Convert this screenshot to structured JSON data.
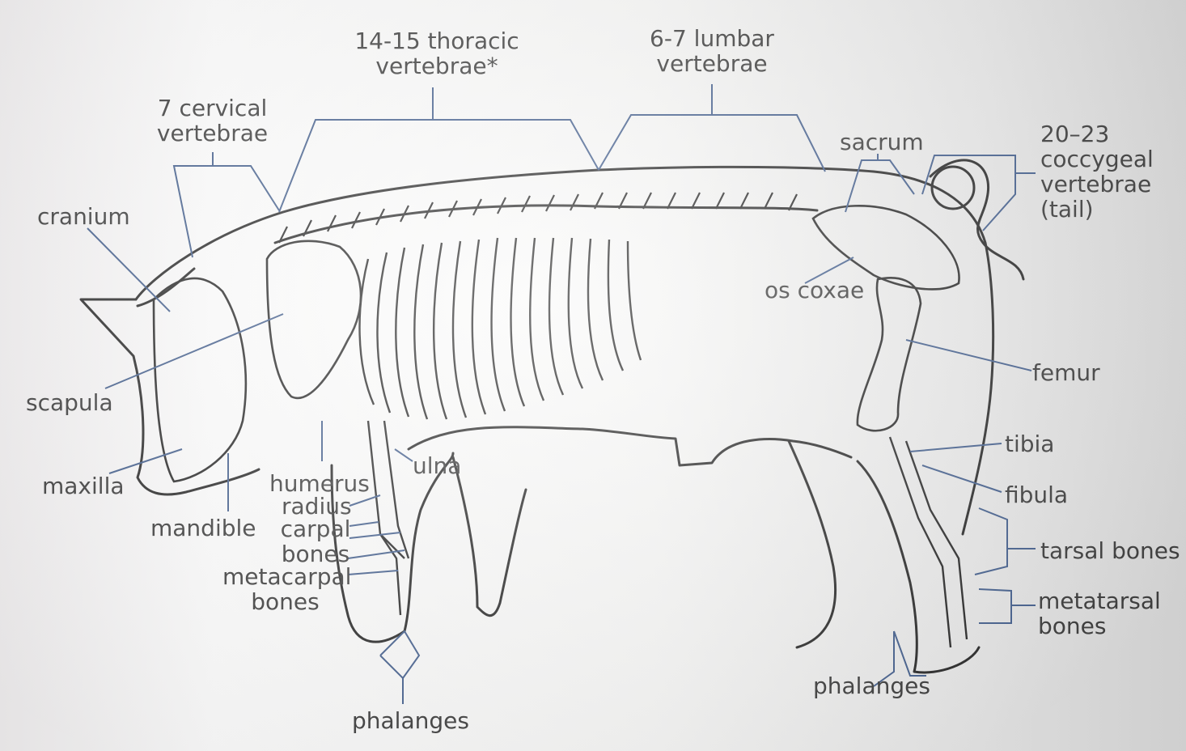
{
  "labels": {
    "thoracic": "14-15 thoracic\nvertebrae*",
    "lumbar": "6-7 lumbar\nvertebrae",
    "cervical": "7 cervical\nvertebrae",
    "cranium": "cranium",
    "sacrum": "sacrum",
    "coccygeal": "20–23\ncoccygeal\nvertebrae\n(tail)",
    "os_coxae": "os coxae",
    "scapula": "scapula",
    "femur": "femur",
    "maxilla": "maxilla",
    "ulna": "ulna",
    "humerus": "humerus",
    "radius": "radius",
    "carpal": "carpal\nbones",
    "mandible": "mandible",
    "metacarpal": "metacarpal\nbones",
    "tibia": "tibia",
    "fibula": "fibula",
    "tarsal": "tarsal bones",
    "metatarsal": "metatarsal\nbones",
    "phalanges_front": "phalanges",
    "phalanges_rear": "phalanges"
  },
  "colors": {
    "leader": "#46618f",
    "outline": "#2b2b2b",
    "text": "#3e3e3e"
  }
}
